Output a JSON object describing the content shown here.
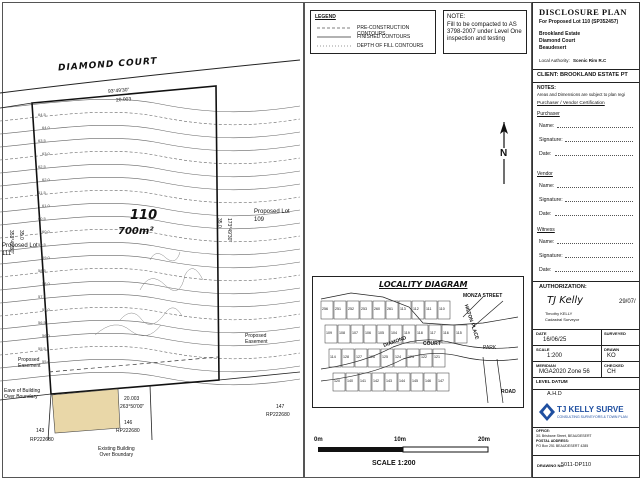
{
  "plan": {
    "street_label": "DIAMOND COURT",
    "bearing_top": "93°49'30\"",
    "dist_top": "20.003",
    "lot_number": "110",
    "lot_area": "700m²",
    "adjacent_right": "Proposed Lot\n109",
    "adjacent_left": "Proposed Lot\n111",
    "bearing_left": "353°49'30\"",
    "bearing_right": "173°49'30\"",
    "dist_left": "35.0",
    "dist_right": "35.0",
    "easement_left": "Proposed\nEasement",
    "easement_mid": "Proposed\nEasement",
    "eave_note": "Eave of Building\nOver Boundary",
    "dist_bottom": "20.003",
    "bearing_bottom": "263°50'00\"",
    "lot_143": "143",
    "rp_left": "RP222680",
    "lot_146": "146",
    "rp_mid": "RP222680",
    "lot_147": "147",
    "rp_right": "RP222680",
    "existing_building": "Existing Building\nOver Boundary",
    "contour_labels": [
      "64.5",
      "64.0",
      "63.5",
      "63.0",
      "62.5",
      "62.0",
      "61.5",
      "61.0",
      "60.5",
      "60.0",
      "59.5",
      "59.0",
      "58.5",
      "58.0",
      "57.5",
      "57.0",
      "56.5",
      "56.0",
      "55.5",
      "55.0"
    ]
  },
  "legend": {
    "title": "LEGEND",
    "items": [
      {
        "label": "PRE-CONSTRUCTION CONTOURS"
      },
      {
        "label": "FINISHED CONTOURS"
      },
      {
        "label": "DEPTH OF FILL CONTOURS"
      }
    ]
  },
  "note": {
    "title": "NOTE:",
    "text": "Fill to be compacted to AS 3798-2007 under Level One inspection and testing"
  },
  "locality": {
    "title": "LOCALITY DIAGRAM",
    "monza": "MONZA STREET",
    "hilton": "HILTON PLACE",
    "diamond": "DIAMOND",
    "court": "COURT",
    "park": "PARK",
    "road": "ROAD",
    "lots": [
      "256",
      "251",
      "252",
      "253",
      "260",
      "261",
      "113",
      "112",
      "111",
      "110",
      "109",
      "108",
      "107",
      "106",
      "105",
      "104",
      "119",
      "118",
      "117",
      "116",
      "115",
      "114",
      "128",
      "127",
      "126",
      "125",
      "124",
      "123",
      "122",
      "121",
      "120",
      "140",
      "141",
      "142",
      "143",
      "144",
      "145",
      "146",
      "147"
    ]
  },
  "scale": {
    "ticks": [
      "0m",
      "10m",
      "20m"
    ],
    "label": "SCALE  1:200"
  },
  "title_block": {
    "heading": "DISCLOSURE PLAN",
    "sub": "For Proposed Lot 110 (SP352457)",
    "estate": "Brookland Estate",
    "street": "Diamond Court",
    "suburb": "Beaudesert",
    "authority_label": "Local Authority:",
    "authority": "Scenic Rim R.C",
    "client": "CLIENT: BROOKLAND ESTATE PT",
    "notes_label": "NOTES:",
    "notes_text": "Areas and Dimensions are subject to plan regi",
    "cert": "Purchaser / Vendor Certification",
    "purchaser": "Purchaser",
    "vendor": "Vendor",
    "witness": "Witness",
    "fields": [
      "Name:",
      "Signature:",
      "Date:"
    ],
    "north": "N",
    "authorization": "AUTHORIZATION:",
    "signature": "TJ Kelly",
    "auth_date": "29/07/",
    "signer_name": "Timothy KELLY",
    "signer_role": "Cadastral Surveyor",
    "date_label": "DATE",
    "date": "16/06/25",
    "surveyed_label": "SURVEYED",
    "scale_label": "SCALE",
    "scale": "1:200",
    "drawn_label": "DRAWN",
    "drawn": "KO",
    "meridian_label": "MERIDIAN",
    "meridian": "MGA2020 Zone 56",
    "checked_label": "CHECKED",
    "checked": "CH",
    "level_label": "LEVEL DATUM",
    "level": "A.H.D",
    "company": "TJ KELLY SURVE",
    "company_sub": "CONSULTING SURVEYORS & TOWN PLAN",
    "office_label": "OFFICE:",
    "office": "3/1 Brisbane Street, BEAUDESERT",
    "postal_label": "POSTAL ADDRESS:",
    "postal": "PO Box 251 BEAUDESERT 4285",
    "drawing_label": "DRAWING No:",
    "drawing": "5011-DP110"
  },
  "colors": {
    "ink": "#222222",
    "fill_area": "#e9d7a8",
    "logo_blue": "#1f4fa0"
  }
}
